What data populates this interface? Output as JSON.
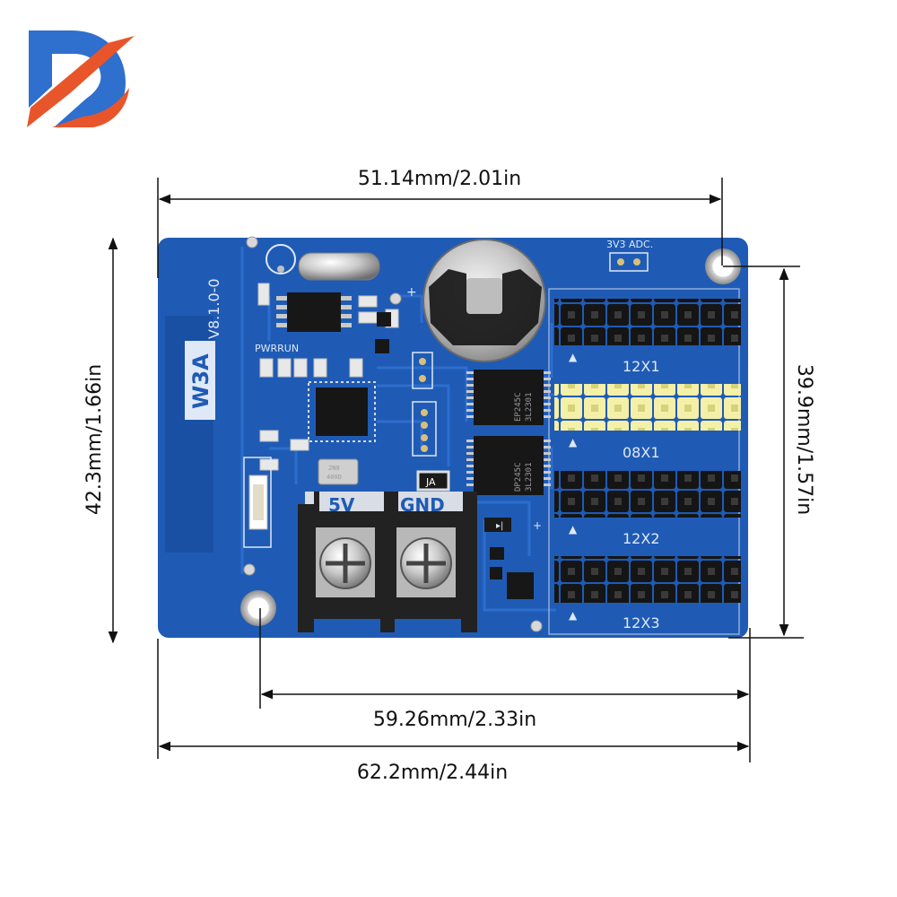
{
  "colors": {
    "background": "#ffffff",
    "pcb": "#1f5bb5",
    "pcb_dark": "#174a99",
    "trace": "#2f6fd0",
    "silkscreen": "#e8eef8",
    "logo_blue": "#2f6fce",
    "logo_orange": "#e8552a",
    "dimension_lines": "#111111",
    "header_black": "#1a1a1a",
    "header_yellow": "#f2ee9a"
  },
  "logo": {
    "icon": "brand-d-logo"
  },
  "dimensions": {
    "top_width": "51.14mm/2.01in",
    "left_height": "42.3mm/1.66in",
    "right_height": "39.9mm/1.57in",
    "hole_spacing": "59.26mm/2.33in",
    "total_width": "62.2mm/2.44in"
  },
  "board": {
    "model": "W3A",
    "version": "V8.1.0-0",
    "pwr_run": "PWRRUN",
    "adc_label": "3V3 ADC.",
    "terminal_5v": "5V",
    "terminal_gnd": "GND",
    "fuse_label": "JA",
    "crystal_label": "2N0\n400D",
    "headers": [
      {
        "label": "12X1",
        "color": "black"
      },
      {
        "label": "08X1",
        "color": "yellow"
      },
      {
        "label": "12X2",
        "color": "black"
      },
      {
        "label": "12X3",
        "color": "black"
      }
    ],
    "chip_labels": [
      "EP245C",
      "3L2301",
      "DP245C",
      "3L2301"
    ]
  }
}
